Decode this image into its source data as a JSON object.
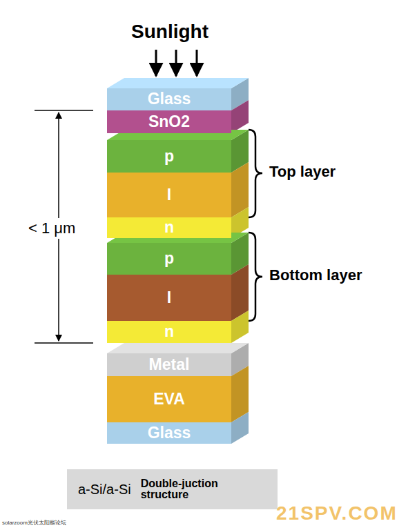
{
  "diagram": {
    "nodes": [
      {
        "text": [
          "Glass"
        ]
      },
      {
        "text": [
          "SnO2"
        ]
      },
      {
        "text": [
          "p"
        ]
      },
      {
        "text": [
          "I"
        ]
      },
      {
        "text": [
          "n"
        ]
      },
      {
        "text": [
          "p"
        ]
      },
      {
        "text": [
          "I"
        ]
      },
      {
        "text": [
          "n"
        ]
      },
      {
        "text": [
          "Metal"
        ]
      },
      {
        "text": [
          "EVA"
        ]
      },
      {
        "text": [
          "Glass"
        ]
      },
      {
        "text": [
          "a-Si/a-Si",
          "Double-juction structure"
        ]
      }
    ],
    "labels": [
      "Sunlight",
      "Top layer",
      "Bottom layer",
      "< 1 μm",
      "solarzoom光伏太阳能论坛",
      "21SPV.COM"
    ]
  }
}
